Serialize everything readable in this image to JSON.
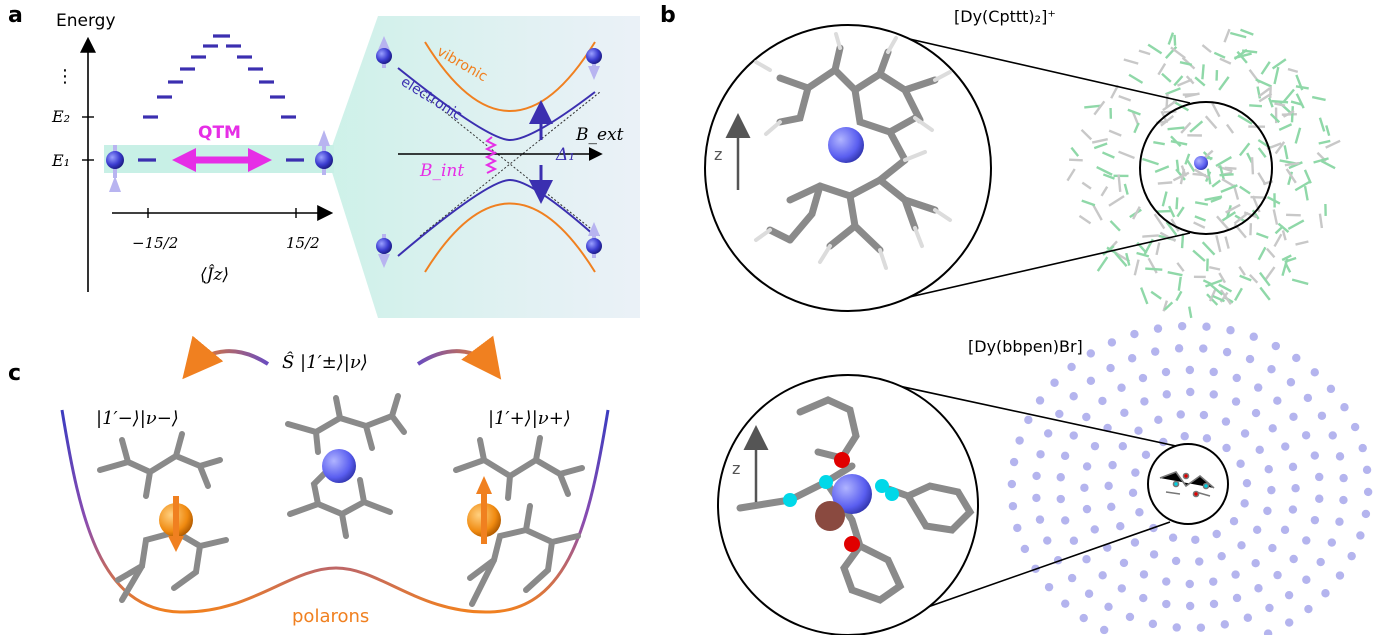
{
  "panels": {
    "a": {
      "letter": "a",
      "energy_axis": "Energy",
      "dots": "⋮",
      "e2": "E₂",
      "e1": "E₁",
      "qtm": "QTM",
      "jz_neg": "−15/2",
      "jz_pos": "15/2",
      "jz_label": "⟨Ĵz⟩",
      "vibronic": "vibronic",
      "electronic": "electronic",
      "bext": "B_ext",
      "bint": "B_int",
      "delta": "Δ₁"
    },
    "b": {
      "letter": "b",
      "mol1_title": "[Dy(Cpttt)₂]⁺",
      "mol2_title": "[Dy(bbpen)Br]",
      "z1": "z",
      "z2": "z"
    },
    "c": {
      "letter": "c",
      "center_state": "Ŝ |1′±⟩|ν⟩",
      "left_state": "|1′−⟩|ν−⟩",
      "right_state": "|1′+⟩|ν+⟩",
      "polarons": "polarons"
    }
  },
  "colors": {
    "blue": "#3b2fb0",
    "magenta": "#e62ee6",
    "orange": "#f08020",
    "teal": "#c8f0e6",
    "ion": "#5a5ef0"
  }
}
